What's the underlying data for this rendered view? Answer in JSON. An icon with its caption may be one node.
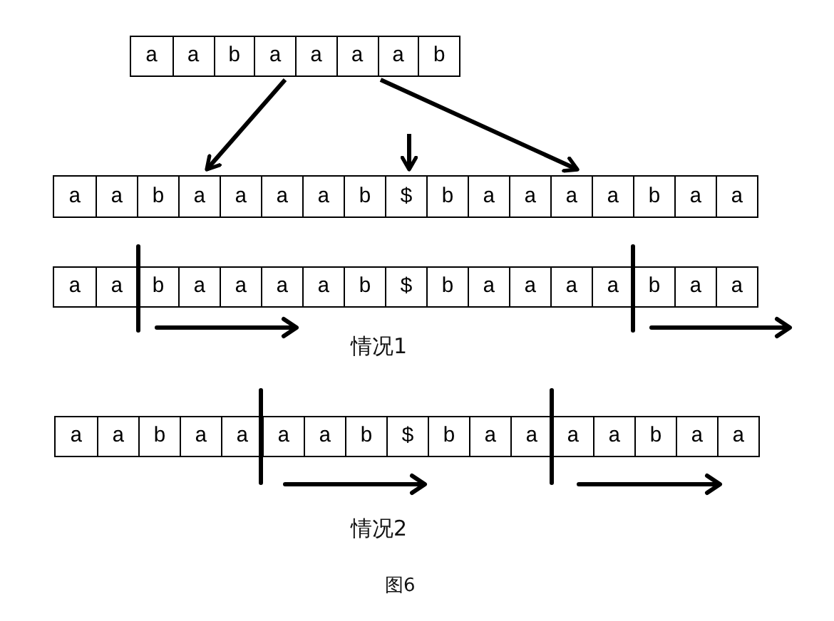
{
  "diagram": {
    "caption": "图6",
    "nodes": [
      {
        "text": [],
        "shape": "box"
      },
      {
        "text": [
          "a"
        ],
        "in": 0
      },
      {
        "text": [
          "a"
        ],
        "in": 0
      },
      {
        "text": [
          "b"
        ],
        "in": 0
      },
      {
        "text": [
          "a"
        ],
        "in": 0
      },
      {
        "text": [
          "a"
        ],
        "in": 0
      },
      {
        "text": [
          "a"
        ],
        "in": 0
      },
      {
        "text": [
          "a"
        ],
        "in": 0
      },
      {
        "text": [
          "b"
        ],
        "in": 0
      },
      {
        "text": [],
        "shape": "box"
      },
      {
        "text": [
          "a"
        ],
        "in": 9
      },
      {
        "text": [
          "a"
        ],
        "in": 9
      },
      {
        "text": [
          "b"
        ],
        "in": 9
      },
      {
        "text": [
          "a"
        ],
        "in": 9
      },
      {
        "text": [
          "a"
        ],
        "in": 9
      },
      {
        "text": [
          "a"
        ],
        "in": 9
      },
      {
        "text": [
          "a"
        ],
        "in": 9
      },
      {
        "text": [
          "b"
        ],
        "in": 9
      },
      {
        "text": [
          "$"
        ],
        "in": 9
      },
      {
        "text": [
          "b"
        ],
        "in": 9
      },
      {
        "text": [
          "a"
        ],
        "in": 9
      },
      {
        "text": [
          "a"
        ],
        "in": 9
      },
      {
        "text": [
          "a"
        ],
        "in": 9
      },
      {
        "text": [
          "a"
        ],
        "in": 9
      },
      {
        "text": [
          "b"
        ],
        "in": 9
      },
      {
        "text": [
          "a"
        ],
        "in": 9
      },
      {
        "text": [
          "a"
        ],
        "in": 9
      },
      {
        "text": [],
        "shape": "box"
      },
      {
        "text": [
          "a"
        ],
        "in": 27
      },
      {
        "text": [
          "a"
        ],
        "in": 27
      },
      {
        "text": [
          "b"
        ],
        "in": 27
      },
      {
        "text": [
          "a"
        ],
        "in": 27
      },
      {
        "text": [
          "a"
        ],
        "in": 27
      },
      {
        "text": [
          "a"
        ],
        "in": 27
      },
      {
        "text": [
          "a"
        ],
        "in": 27
      },
      {
        "text": [
          "b"
        ],
        "in": 27
      },
      {
        "text": [
          "$"
        ],
        "in": 27
      },
      {
        "text": [
          "b"
        ],
        "in": 27
      },
      {
        "text": [
          "a"
        ],
        "in": 27
      },
      {
        "text": [
          "a"
        ],
        "in": 27
      },
      {
        "text": [
          "a"
        ],
        "in": 27
      },
      {
        "text": [
          "a"
        ],
        "in": 27
      },
      {
        "text": [
          "b"
        ],
        "in": 27
      },
      {
        "text": [
          "a"
        ],
        "in": 27
      },
      {
        "text": [
          "a"
        ],
        "in": 27
      },
      {
        "text": [],
        "shape": "box"
      },
      {
        "text": [
          "a"
        ],
        "in": 45
      },
      {
        "text": [
          "a"
        ],
        "in": 45
      },
      {
        "text": [
          "b"
        ],
        "in": 45
      },
      {
        "text": [
          "a"
        ],
        "in": 45
      },
      {
        "text": [
          "a"
        ],
        "in": 45
      },
      {
        "text": [
          "a"
        ],
        "in": 45
      },
      {
        "text": [
          "a"
        ],
        "in": 45
      },
      {
        "text": [
          "b"
        ],
        "in": 45
      },
      {
        "text": [
          "$"
        ],
        "in": 45
      },
      {
        "text": [
          "b"
        ],
        "in": 45
      },
      {
        "text": [
          "a"
        ],
        "in": 45
      },
      {
        "text": [
          "a"
        ],
        "in": 45
      },
      {
        "text": [
          "a"
        ],
        "in": 45
      },
      {
        "text": [
          "a"
        ],
        "in": 45
      },
      {
        "text": [
          "b"
        ],
        "in": 45
      },
      {
        "text": [
          "a"
        ],
        "in": 45
      },
      {
        "text": [
          "a"
        ],
        "in": 45
      }
    ],
    "edges": [
      {
        "from": 0,
        "to": 13,
        "arrow": "to"
      },
      {
        "from": 0,
        "to": 22,
        "arrow": "to"
      },
      {
        "from": null,
        "to": 18,
        "arrow": "to"
      }
    ],
    "labels": [
      "情况1",
      "情况2"
    ]
  }
}
